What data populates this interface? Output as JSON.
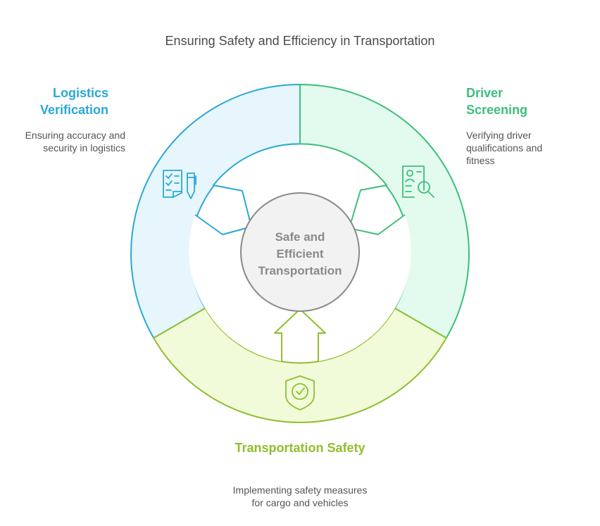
{
  "title": "Ensuring Safety and Efficiency in Transportation",
  "center": {
    "lines": [
      "Safe and",
      "Efficient",
      "Transportation"
    ]
  },
  "segments": [
    {
      "id": "logistics-verification",
      "title": "Logistics Verification",
      "description": "Ensuring accuracy and security in logistics",
      "icon": "checklist-pen-icon",
      "color": "#29a8d6",
      "fill": "#e6f6fc"
    },
    {
      "id": "driver-screening",
      "title": "Driver Screening",
      "description": "Verifying driver qualifications and fitness",
      "icon": "profile-search-icon",
      "color": "#3cbf7a",
      "fill": "#e3fbee"
    },
    {
      "id": "transportation-safety",
      "title": "Transportation Safety",
      "description": "Implementing safety measures for cargo and vehicles",
      "icon": "shield-check-icon",
      "color": "#8fbf2e",
      "fill": "#f2fbd9"
    }
  ]
}
